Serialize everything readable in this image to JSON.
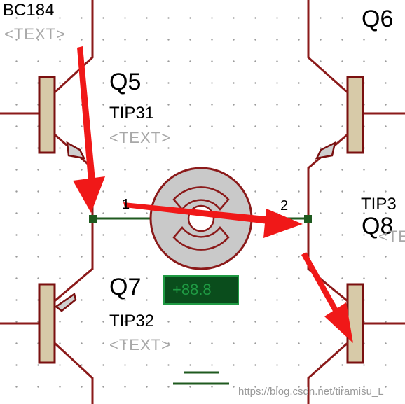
{
  "labels": {
    "bc184": "BC184",
    "text_top_left": "<TEXT>",
    "q5_name": "Q5",
    "q5_part": "TIP31",
    "q5_text": "<TEXT>",
    "q6_name": "Q6",
    "q7_name": "Q7",
    "q7_part": "TIP32",
    "q7_text": "<TEXT>",
    "q8_name": "Q8",
    "q8_part": "TIP3",
    "q8_text": "<TE",
    "pin1": "1",
    "pin2": "2",
    "meter": "+88.8",
    "watermark": "https://blog.csdn.net/tiramisu_L"
  },
  "colors": {
    "wire": "#8b1a1a",
    "net": "#1f5a1f",
    "annotation_arrow": "#f01818",
    "meter_text": "#1f9a43",
    "meter_bg": "#0a4d1c"
  }
}
